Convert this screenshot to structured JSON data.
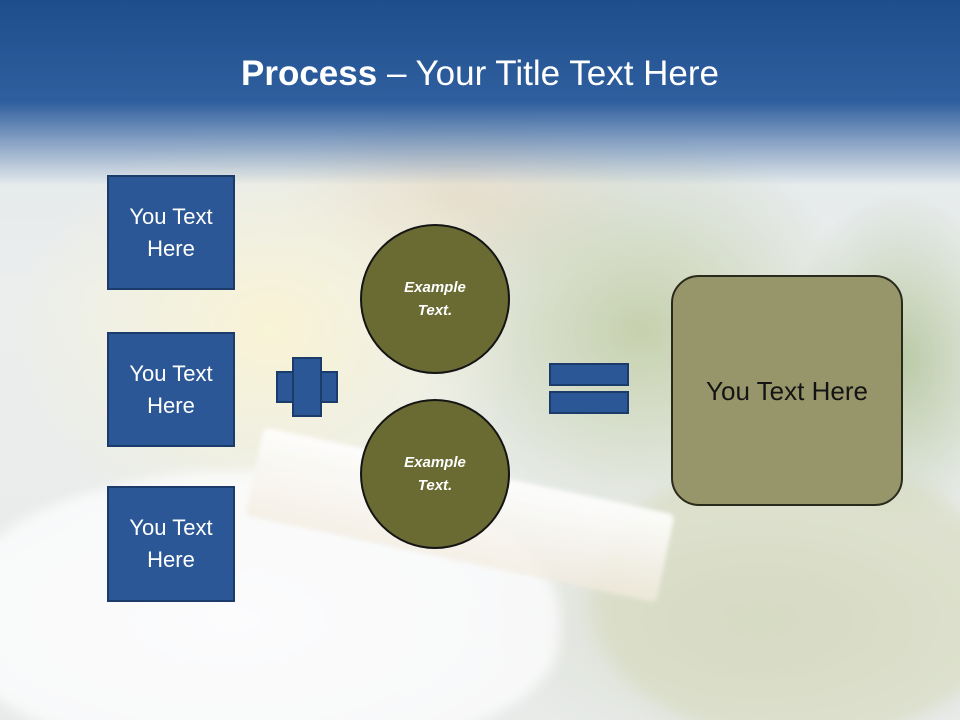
{
  "title": {
    "bold": "Process",
    "rest": " – Your Title Text Here"
  },
  "left_boxes": [
    "You Text Here",
    "You Text Here",
    "You Text Here"
  ],
  "circles": [
    "Example Text.",
    "Example Text."
  ],
  "result": "You Text Here",
  "colors": {
    "header": "#2f5f9e",
    "box_fill": "#2b5796",
    "circle_fill": "#6a6a33",
    "result_fill": "#97966a"
  }
}
